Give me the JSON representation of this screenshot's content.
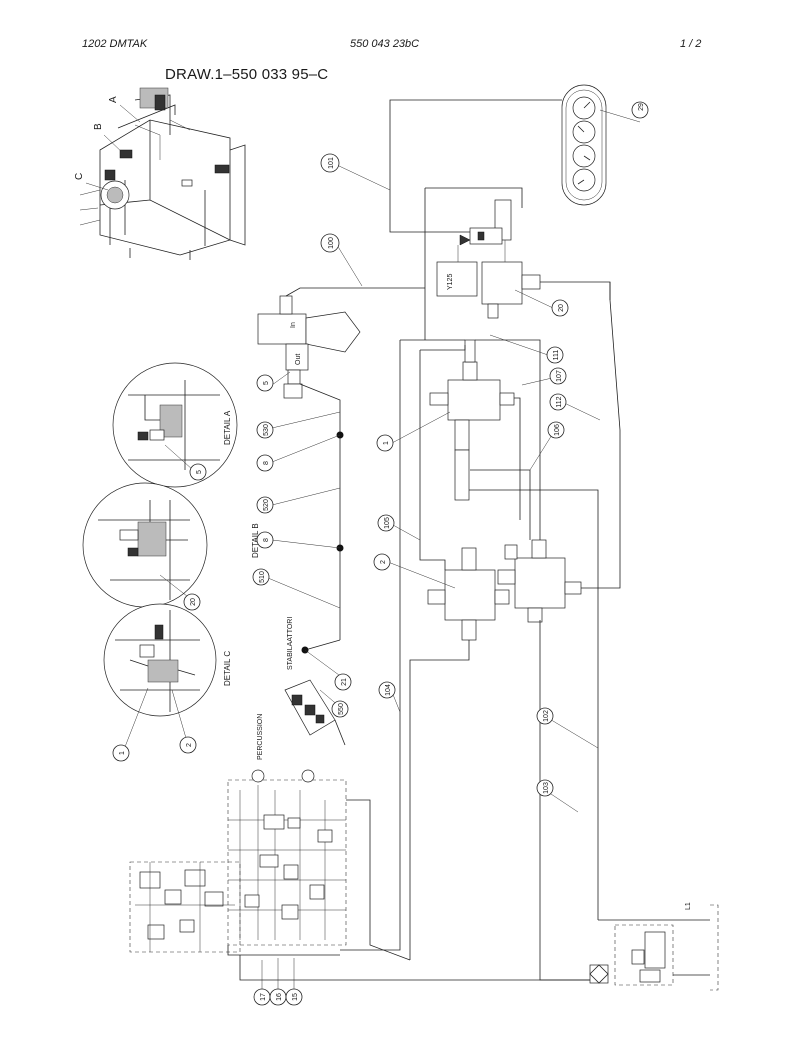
{
  "header": {
    "left": "1202   DMTAK",
    "center": "550 043 23bC",
    "right": "1 /   2"
  },
  "title": "DRAW.1–550 033 95–C",
  "details": {
    "a": "DETAIL  A",
    "b": "DETAIL  B",
    "c": "DETAIL  C"
  },
  "view_letters": {
    "a": "A",
    "b": "B",
    "c": "C"
  },
  "labels": {
    "stabilizers": "STABILAATTORI",
    "percussion": "PERCUSSION",
    "valve_in": "In",
    "valve_out": "Out",
    "solenoid": "Y125",
    "l1": "L1"
  },
  "callouts": {
    "c29": "29",
    "c101": "101",
    "c100": "100",
    "c20_main": "20",
    "c111": "111",
    "c107": "107",
    "c112": "112",
    "c106": "106",
    "c5_main": "5",
    "c530": "530",
    "c8_a": "8",
    "c520": "520",
    "c8_b": "8",
    "c510": "510",
    "c1_main": "1",
    "c105": "105",
    "c2_main": "2",
    "c21": "21",
    "c550": "550",
    "c104": "104",
    "c102": "102",
    "c103": "103",
    "c17": "17",
    "c16": "16",
    "c15": "15",
    "c5_detail": "5",
    "c20_detail": "20",
    "c1_detail": "1",
    "c2_detail": "2"
  }
}
